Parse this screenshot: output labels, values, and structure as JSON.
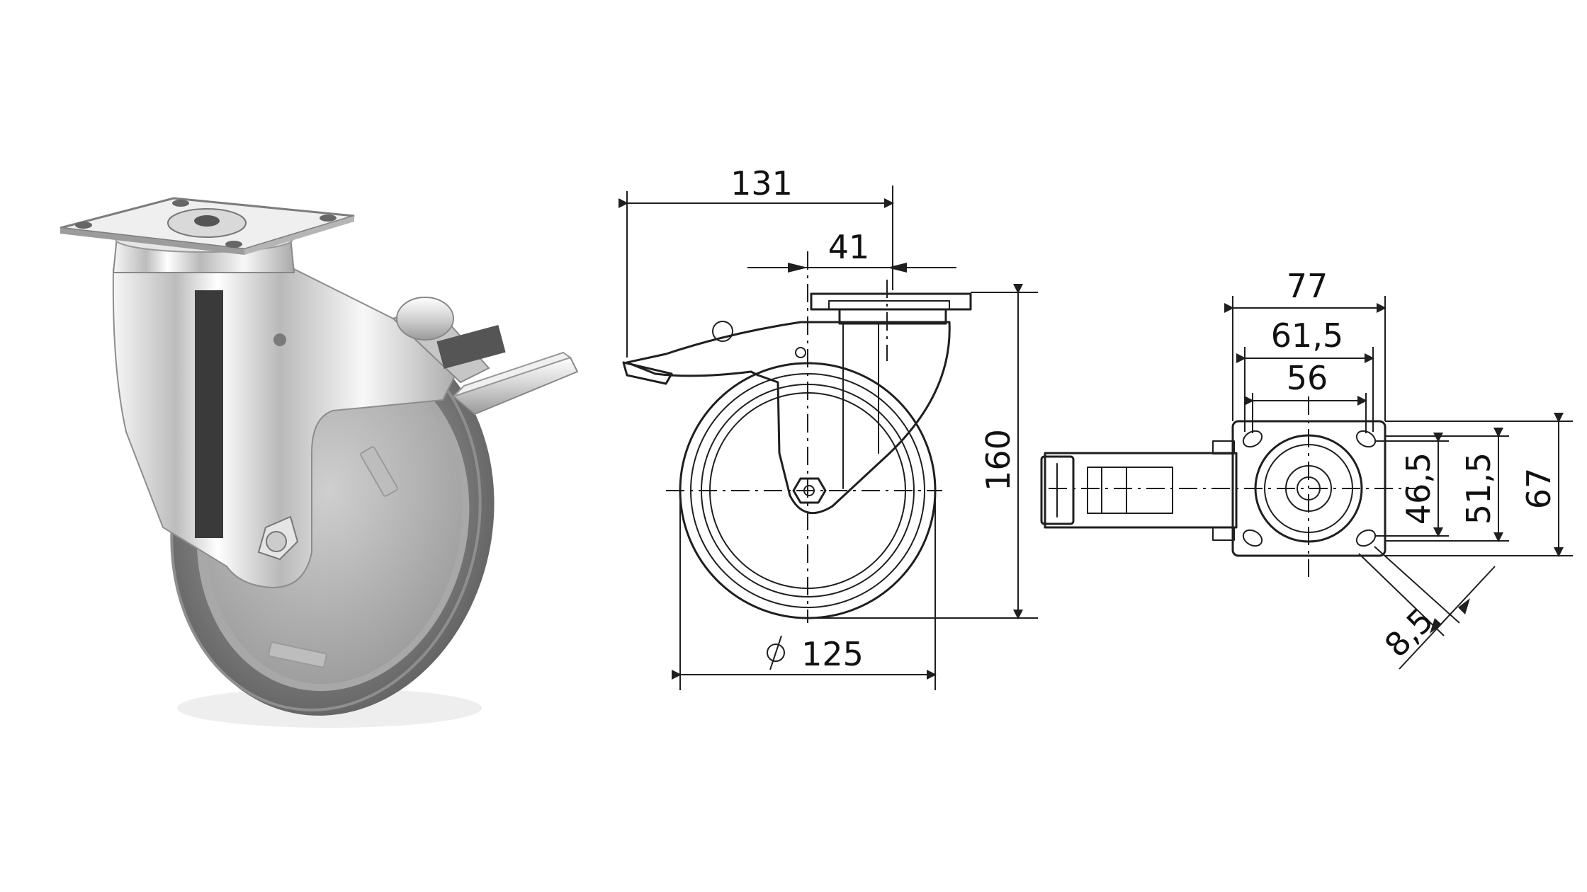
{
  "drawing": {
    "side_view": {
      "overall_length": "131",
      "offset": "41",
      "wheel_diameter": "125",
      "height": "160"
    },
    "top_view": {
      "plate_width": "77",
      "hole_span_outer": "61,5",
      "hole_span_inner": "56",
      "hole_span_y1": "46,5",
      "hole_span_y2": "51,5",
      "plate_depth": "67",
      "bolt_hole": "8,5"
    }
  }
}
